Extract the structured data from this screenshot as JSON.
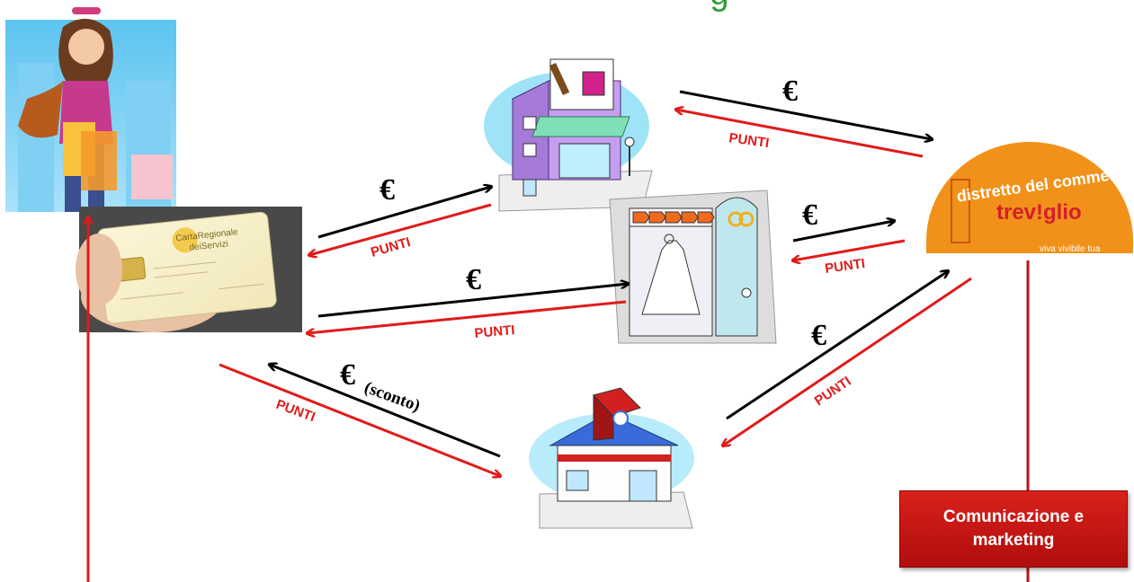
{
  "header": {
    "title_fragment": "g"
  },
  "arrows": {
    "shop1_euro": "€",
    "shop1_punti": "PUNTI",
    "district_to_shop1_euro": "€",
    "district_to_shop1_punti": "PUNTI",
    "shop2_euro": "€",
    "shop2_punti": "PUNTI",
    "district_to_shop2_euro": "€",
    "district_to_shop2_punti": "PUNTI",
    "shop3_euro": "€",
    "shop3_discount": "(sconto)",
    "shop3_punti": "PUNTI",
    "district_to_shop3_euro": "€",
    "district_to_shop3_punti": "PUNTI"
  },
  "district_logo": {
    "top_text": "distretto del commercio",
    "brand": "trev!glio",
    "tagline": "viva vivibile tua"
  },
  "card": {
    "line1": "CartaRegionale",
    "line2": "deiServizi"
  },
  "marketing": {
    "label": "Comunicazione e\nmarketing"
  },
  "colors": {
    "red": "#e01b1b",
    "black": "#000000",
    "accent_green": "#2e9b3a"
  }
}
